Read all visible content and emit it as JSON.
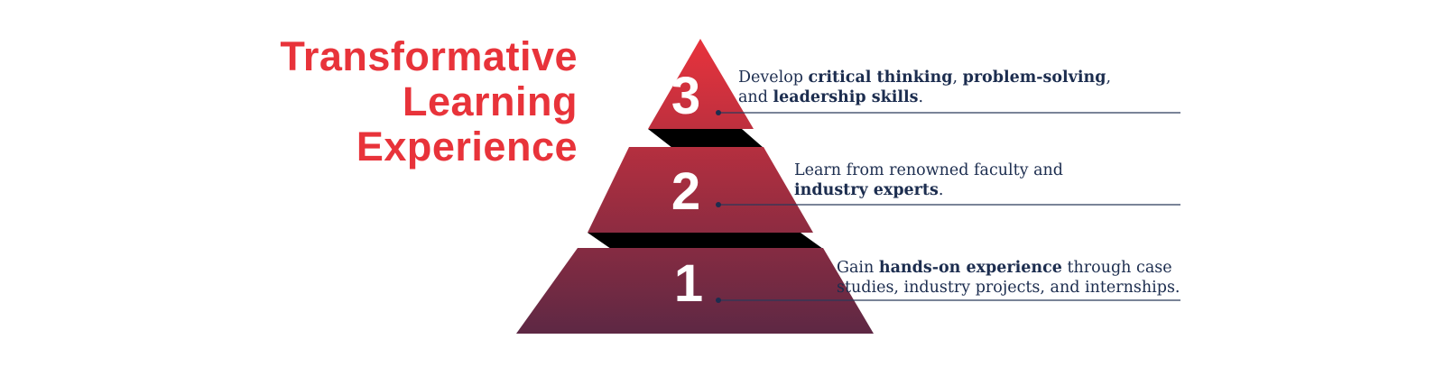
{
  "title": {
    "lines": [
      "Transformative",
      "Learning",
      "Experience"
    ]
  },
  "tiers": [
    {
      "number": "3",
      "text": [
        {
          "t": "Develop ",
          "bold": false
        },
        {
          "t": "critical thinking",
          "bold": true
        },
        {
          "t": ", ",
          "bold": false
        },
        {
          "t": "problem-solving",
          "bold": true
        },
        {
          "t": ",",
          "bold": false
        },
        {
          "t": "and ",
          "bold": false,
          "br": true
        },
        {
          "t": "leadership skills",
          "bold": true
        },
        {
          "t": ".",
          "bold": false
        }
      ]
    },
    {
      "number": "2",
      "text": [
        {
          "t": "Learn from renowned faculty and",
          "bold": false
        },
        {
          "t": "industry experts",
          "bold": true,
          "br": true
        },
        {
          "t": ".",
          "bold": false
        }
      ]
    },
    {
      "number": "1",
      "text": [
        {
          "t": "Gain ",
          "bold": false
        },
        {
          "t": "hands-on experience",
          "bold": true
        },
        {
          "t": " through case",
          "bold": false
        },
        {
          "t": "studies, industry projects, and internships.",
          "bold": false,
          "br": true
        }
      ]
    }
  ],
  "colors": {
    "title": "#e8333a",
    "top": "#e8333c",
    "bottom": "#5c2844",
    "text": "#1c2d4f"
  }
}
